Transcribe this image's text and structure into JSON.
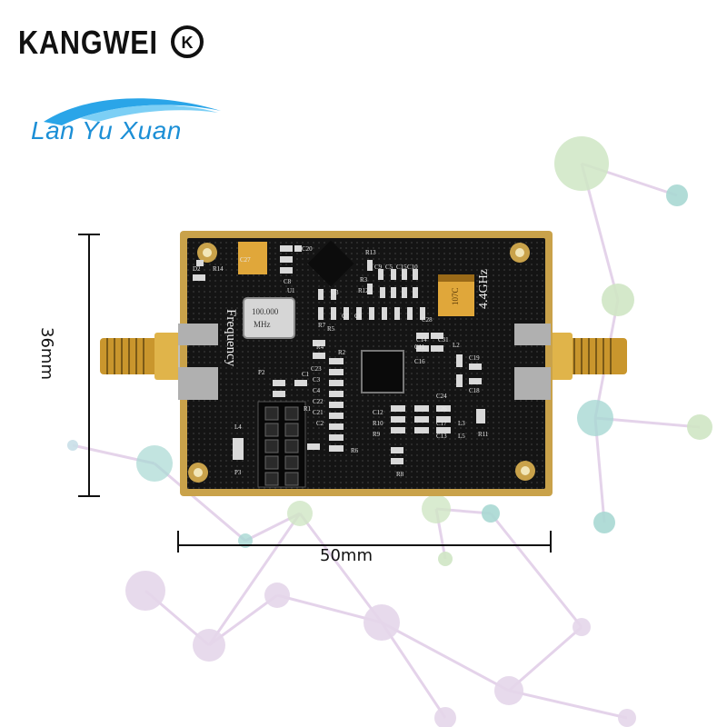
{
  "brand": {
    "name": "KANGWEI",
    "mark_letters": "K",
    "secondary_logo": "Lan Yu Xuan"
  },
  "dimensions": {
    "width_label": "50mm",
    "height_label": "36mm"
  },
  "board": {
    "silkscreen_text": "Frequency",
    "freq_label": "4.4GHz",
    "oscillator_value": "100.000",
    "oscillator_code": "MHz",
    "capacitor_marking": "107C",
    "labels": [
      "C27",
      "C20",
      "R13",
      "D2",
      "R14",
      "C8",
      "C9",
      "C5",
      "C15",
      "C10",
      "R12",
      "R3",
      "U1",
      "U3",
      "R4",
      "C23",
      "C3",
      "C4",
      "C22",
      "C21",
      "R2",
      "C2",
      "P2",
      "R1",
      "C1",
      "C7",
      "C6",
      "C11",
      "C16",
      "C28",
      "C14",
      "C31",
      "L2",
      "C19",
      "C18",
      "C12",
      "R10",
      "R9",
      "C26",
      "C24",
      "C17",
      "C13",
      "L3",
      "L5",
      "R11",
      "L4",
      "P3",
      "R5",
      "R7",
      "R8",
      "R6"
    ]
  },
  "colors": {
    "pcb": "#141414",
    "gold": "#c9a24a",
    "sma": "#d4a53a",
    "text_brand": "#111111",
    "lyx_blue": "#1c8fd6",
    "bg_green": "#c8e3c8",
    "bg_teal": "#a8d8d3",
    "bg_purple": "#d8c6e0"
  }
}
